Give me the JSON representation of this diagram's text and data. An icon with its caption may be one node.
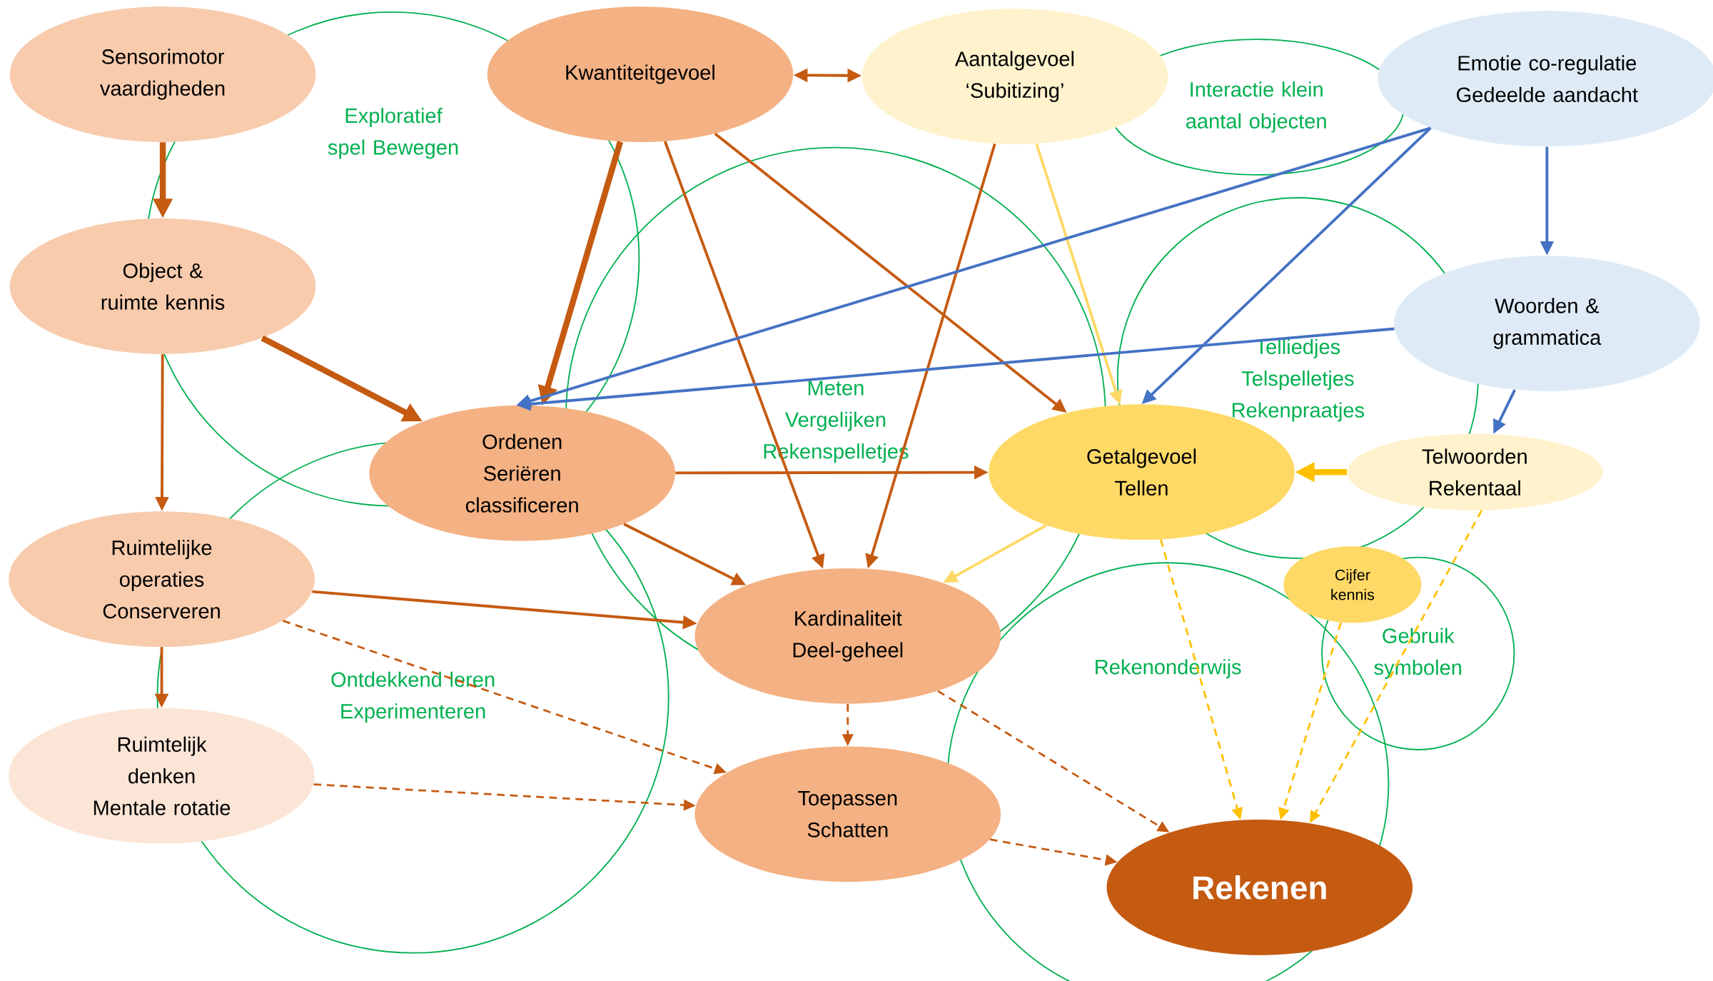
{
  "diagram": {
    "nodes": [
      {
        "text": [
          "Sensorimotor vaardigheden"
        ]
      },
      {
        "text": [
          "Kwantiteitgevoel"
        ]
      },
      {
        "text": [
          "Aantalgevoel ‘Subitizing’"
        ]
      },
      {
        "text": [
          "Emotie co-regulatie Gedeelde aandacht"
        ]
      },
      {
        "text": [
          "Object & ruimte kennis"
        ]
      },
      {
        "text": [
          "Woorden & grammatica"
        ]
      },
      {
        "text": [
          "Ordenen Seriëren classificeren"
        ]
      },
      {
        "text": [
          "Getalgevoel Tellen"
        ]
      },
      {
        "text": [
          "Telwoorden Rekentaal"
        ]
      },
      {
        "text": [
          "Ruimtelijke operaties Conserveren"
        ]
      },
      {
        "text": [
          "Cijfer kennis"
        ]
      },
      {
        "text": [
          "Kardinaliteit Deel-geheel"
        ]
      },
      {
        "text": [
          "Ruimtelijk denken Mentale rotatie"
        ]
      },
      {
        "text": [
          "Toepassen Schatten"
        ]
      },
      {
        "text": [
          "Rekenen"
        ]
      }
    ],
    "labels": [
      "Exploratief spel Bewegen",
      "Interactie klein aantal objecten",
      "Meten Vergelijken Rekenspelletjes",
      "Telliedjes Telspelletjes Rekenpraatjes",
      "Ontdekkend leren Experimenteren",
      "Rekenonderwijs",
      "Gebruik symbolen"
    ],
    "edges": [
      {
        "from": 0,
        "to": 4,
        "arrow": "to",
        "style": "thick"
      },
      {
        "from": 1,
        "to": 2,
        "arrow": "both"
      },
      {
        "from": 1,
        "to": 6,
        "arrow": "to",
        "style": "thick"
      },
      {
        "from": 1,
        "to": 7,
        "arrow": "to"
      },
      {
        "from": 1,
        "to": 11,
        "arrow": "to"
      },
      {
        "from": 2,
        "to": 11,
        "arrow": "to"
      },
      {
        "from": 2,
        "to": 7,
        "arrow": "to",
        "color": "#ffd966"
      },
      {
        "from": 3,
        "to": 6,
        "arrow": "to",
        "color": "#4472c4"
      },
      {
        "from": 3,
        "to": 7,
        "arrow": "to",
        "color": "#4472c4"
      },
      {
        "from": 3,
        "to": 5,
        "arrow": "to",
        "color": "#4472c4"
      },
      {
        "from": 5,
        "to": 6,
        "arrow": "to",
        "color": "#4472c4"
      },
      {
        "from": 5,
        "to": 8,
        "arrow": "to",
        "color": "#4472c4"
      },
      {
        "from": 4,
        "to": 6,
        "arrow": "to",
        "style": "thick"
      },
      {
        "from": 4,
        "to": 9,
        "arrow": "to"
      },
      {
        "from": 6,
        "to": 7,
        "arrow": "to"
      },
      {
        "from": 6,
        "to": 11,
        "arrow": "to"
      },
      {
        "from": 8,
        "to": 7,
        "arrow": "to",
        "style": "thick",
        "color": "#ffc000"
      },
      {
        "from": 7,
        "to": 11,
        "arrow": "to",
        "color": "#ffd966"
      },
      {
        "from": 9,
        "to": 11,
        "arrow": "to"
      },
      {
        "from": 9,
        "to": 12,
        "arrow": "to"
      },
      {
        "from": 9,
        "to": 13,
        "arrow": "to",
        "style": "dashed"
      },
      {
        "from": 12,
        "to": 13,
        "arrow": "to",
        "style": "dashed"
      },
      {
        "from": 11,
        "to": 13,
        "arrow": "to",
        "style": "dashed"
      },
      {
        "from": 11,
        "to": 14,
        "arrow": "to",
        "style": "dashed"
      },
      {
        "from": 13,
        "to": 14,
        "arrow": "to",
        "style": "dashed"
      },
      {
        "from": 7,
        "to": 14,
        "arrow": "to",
        "style": "dashed",
        "color": "#ffc000"
      },
      {
        "from": 10,
        "to": 14,
        "arrow": "to",
        "style": "dashed",
        "color": "#ffc000"
      },
      {
        "from": 8,
        "to": 14,
        "arrow": "to",
        "style": "dashed",
        "color": "#ffc000"
      }
    ]
  }
}
